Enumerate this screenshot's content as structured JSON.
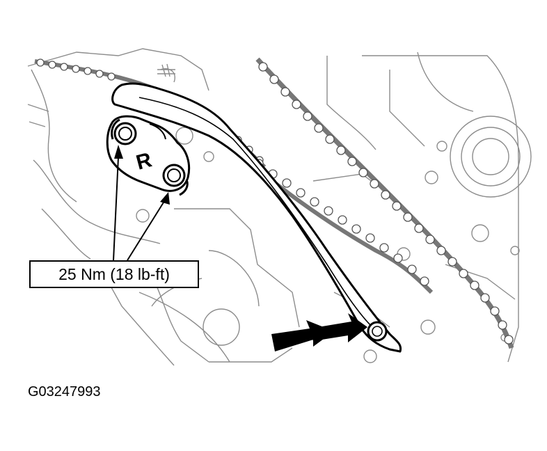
{
  "diagram": {
    "torque_label": "25 Nm (18 lb-ft)",
    "figure_id": "G03247993",
    "component_marking": "R",
    "icons": [
      "timing-chain",
      "chain-guide",
      "guide-bolt",
      "direction-arrow"
    ]
  }
}
